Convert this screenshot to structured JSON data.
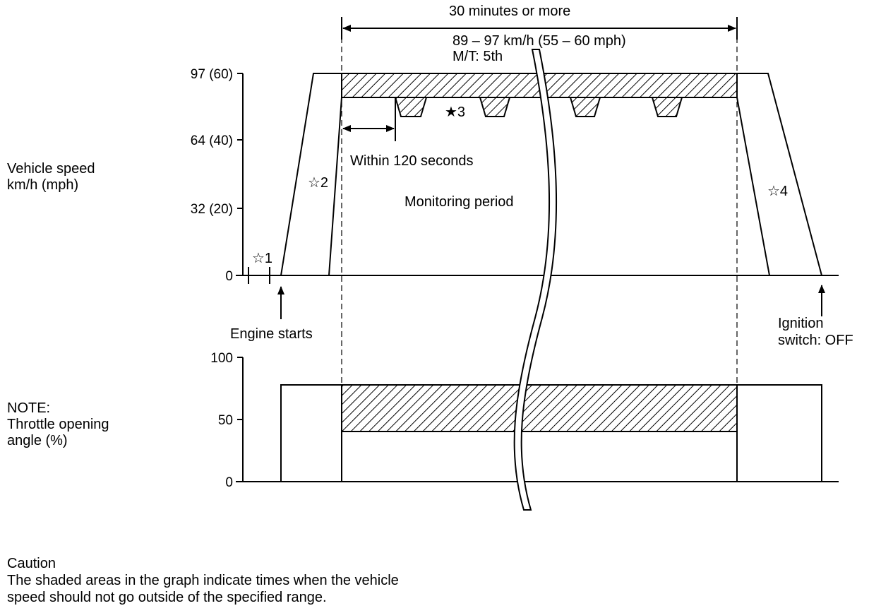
{
  "top_note": {
    "duration": "30 minutes or more",
    "speed_range": "89 – 97 km/h (55 – 60 mph)",
    "gear": "M/T: 5th"
  },
  "speed_axis": {
    "label_line1": "Vehicle speed",
    "label_line2": "km/h (mph)",
    "ticks": [
      "97 (60)",
      "64 (40)",
      "32 (20)",
      "0"
    ]
  },
  "throttle_axis": {
    "label_line1": "NOTE:",
    "label_line2": "Throttle opening",
    "label_line3": "angle (%)",
    "ticks": [
      "100",
      "50",
      "0"
    ]
  },
  "annotations": {
    "star1": "☆1",
    "star2": "☆2",
    "star3": "★3",
    "star4": "☆4",
    "within": "Within 120 seconds",
    "monitoring": "Monitoring period",
    "engine_starts": "Engine starts",
    "ignition_line1": "Ignition",
    "ignition_line2": "switch: OFF"
  },
  "caution": {
    "title": "Caution",
    "line1": "The shaded areas in the graph indicate times when the vehicle",
    "line2": "speed should not go outside of the specified range."
  }
}
